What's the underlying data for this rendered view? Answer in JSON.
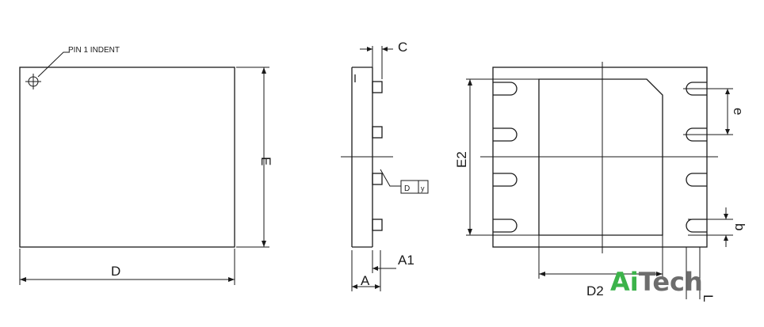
{
  "top_view": {
    "pin1_label": "PIN 1 INDENT",
    "width_label": "D",
    "height_label": "E"
  },
  "side_view": {
    "c_label": "C",
    "a1_label": "A1",
    "a_label": "A",
    "flatness_symbol": "D",
    "flatness_value": "y"
  },
  "bottom_view": {
    "pitch_label": "e",
    "pad_height_label": "E2",
    "lead_width_label": "b",
    "pad_width_label": "D2",
    "lead_length_label": "L"
  },
  "watermark": {
    "part1": "Ai",
    "part2": "Tech",
    "color1": "#3cb34a",
    "color2": "#6d6d6d"
  }
}
